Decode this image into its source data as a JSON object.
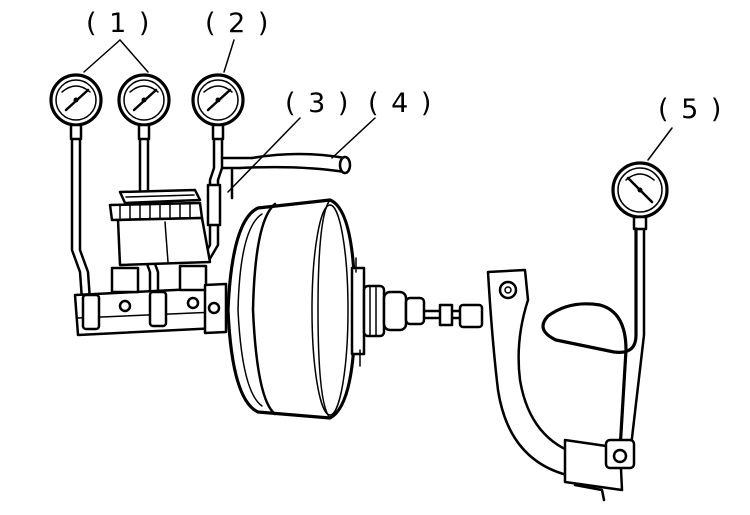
{
  "diagram": {
    "callouts": [
      {
        "id": "1",
        "text": "( 1 )"
      },
      {
        "id": "2",
        "text": "( 2 )"
      },
      {
        "id": "3",
        "text": "( 3 )"
      },
      {
        "id": "4",
        "text": "( 4 )"
      },
      {
        "id": "5",
        "text": "( 5 )"
      }
    ],
    "colors": {
      "ink": "#000000",
      "paper": "#ffffff"
    },
    "components": [
      "pressure-gauge",
      "pressure-gauge",
      "pressure-gauge",
      "pipe",
      "hose",
      "pressure-gauge",
      "master-cylinder",
      "brake-booster",
      "push-rod",
      "brake-pedal",
      "pedal-force-gauge"
    ]
  }
}
